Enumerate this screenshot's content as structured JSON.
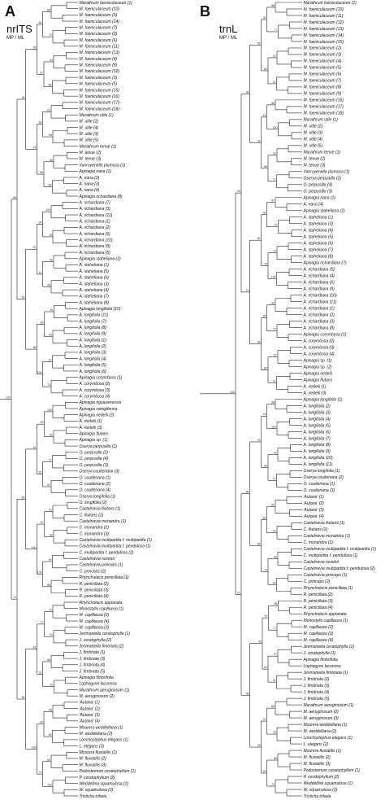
{
  "panels": [
    {
      "letter": "A",
      "marker": "nrITS",
      "sub": "MP / ML",
      "tips": [
        "Marathrum foeniculaceum (1)",
        "M. foeniculaceum (10)",
        "M. foeniculaceum (9)",
        "M. foeniculaceum (14)",
        "M. foeniculaceum (7)",
        "M. foeniculaceum (2)",
        "M. foeniculaceum (6)",
        "M. foeniculaceum (11)",
        "M. foeniculaceum (13)",
        "M. foeniculaceum (4)",
        "M. foeniculaceum (8)",
        "M. foeniculaceum (12)",
        "M. foeniculaceum (3)",
        "M. foeniculaceum (5)",
        "M. foeniculaceum (15)",
        "M. foeniculaceum (16)",
        "M. foeniculaceum (17)",
        "M. foeniculaceum (18)",
        "Marathrum utile (1)",
        "M. utile (2)",
        "M. utile (4)",
        "M. utile (3)",
        "M. utile (5)",
        "Marathrum tenue (1)",
        "M. tenue (2)",
        "M. tenue (3)",
        "Vanroyenella plumosa (1)",
        "Apinagia nana (1)",
        "A. nana (2)",
        "A. nana (3)",
        "A. nana (4)",
        "Apinagia richardiana (8)",
        "A. richardiana (7)",
        "A. richardiana (3)",
        "A. richardiana (11)",
        "A. richardiana (1)",
        "A. richardiana (2)",
        "A. richardiana (6)",
        "A. richardiana (10)",
        "A. richardiana (9)",
        "A. richardiana (5)",
        "Apinagia staheliana (2)",
        "A. staheliana (1)",
        "A. staheliana (5)",
        "A. staheliana (6)",
        "A. staheliana (3)",
        "A. staheliana (4)",
        "A. staheliana (7)",
        "A. staheliana (8)",
        "Apinagia longifolia (10)",
        "A. longifolia (11)",
        "A. longifolia (7)",
        "A. longifolia (8)",
        "A. longifolia (9)",
        "A. longifolia (1)",
        "A. longifolia (2)",
        "A. longifolia (3)",
        "A. longifolia (4)",
        "A. longifolia (5)",
        "A. longifolia (6)",
        "Apinagia corymbosa (1)",
        "A. corymbosa (2)",
        "A. corymbosa (3)",
        "A. corymbosa (4)",
        "Apinagia riguaiverensis",
        "Apinagia ramigifenna",
        "Apinagia riedelii (2)",
        "A. riedelii (1)",
        "A. riedelii (3)",
        "Apinagia flutans",
        "Apinagia sp. (1)",
        "Oserya perpusilla (1)",
        "O. perpusilla (2)",
        "O. perpusilla (4)",
        "O. perpusilla (3)",
        "Oserya coulteriana (3)",
        "O. coulteriana (1)",
        "O. coulteriana (2)",
        "O. coulteriana (4)",
        "Oserya longifolia (1)",
        "O. longifolia (2)",
        "Castelnavia fluitans (1)",
        "C. fluitans (2)",
        "Castelnavia monandra (1)",
        "C. monandra (2)",
        "C. monandra (3)",
        "Castelnavia multipartita f. multipartita (1)",
        "Castelnavia multipartita f. pendulosa (1)",
        "C. multipartita f. pendulosa (2)",
        "Castelnavia noveloi",
        "Castelnavia princeps (1)",
        "C. princeps (2)",
        "Rhyncholacis penicillata (1)",
        "R. penicillata (2)",
        "R. penicillata (3)",
        "R. penicillata (4)",
        "Rhyncholacis applanata",
        "Monostylis capillacea (1)",
        "M. capillacea (2)",
        "M. capillacea (4)",
        "M. capillacea (3)",
        "Jenmaniella ceratophylla (1)",
        "J. ceratophylla (2)",
        "Jenmaniella fimbriata (2)",
        "J. fimbriata (1)",
        "J. fimbriata (3)",
        "J. fimbriata (4)",
        "J. fimbriata (5)",
        "Apinagia fimbrifolia",
        "Lophogyne lacunosa",
        "Marathrum aeruginosum (1)",
        "M. aeruginosum (2)",
        "'Autana' (1)",
        "'Autana' (2)",
        "'Autana' (3)",
        "'Autana' (4)",
        "Mourera weddelliana (1)",
        "M. weddelliana (2)",
        "Lonchostephus elegans (1)",
        "L. elegans (2)",
        "Mourera fluviatilis (1)",
        "M. fluviatilis (2)",
        "M. fluviatilis (3)",
        "Podostemum ceratophyllum (1)",
        "P. ceratophyllum (2)",
        "Weddellina squamulosa (1)",
        "W. squamulosa (2)",
        "Tristicha trifaria"
      ]
    },
    {
      "letter": "B",
      "marker": "trnL",
      "sub": "MP / ML",
      "tips": [
        "Marathrum foeniculaceum (1)",
        "M. foeniculaceum (10)",
        "M. foeniculaceum (11)",
        "M. foeniculaceum (12)",
        "M. foeniculaceum (13)",
        "M. foeniculaceum (14)",
        "M. foeniculaceum (15)",
        "M. foeniculaceum (2)",
        "M. foeniculaceum (3)",
        "M. foeniculaceum (4)",
        "M. foeniculaceum (5)",
        "M. foeniculaceum (6)",
        "M. foeniculaceum (7)",
        "M. foeniculaceum (8)",
        "M. foeniculaceum (9)",
        "M. foeniculaceum (16)",
        "M. foeniculaceum (17)",
        "M. foeniculaceum (18)",
        "Marathrum utile (1)",
        "M. utile (2)",
        "M. utile (3)",
        "M. utile (4)",
        "M. utile (5)",
        "Marathrum tenue (1)",
        "M. tenue (2)",
        "M. tenue (3)",
        "Vanroyenella plumosa (1)",
        "Oserya perpusilla (2)",
        "O. perpusilla (4)",
        "O. perpusilla (3)",
        "Apinagia nana (1)",
        "A. nana (4)",
        "Apinagia staheliana (2)",
        "A. staheliana (1)",
        "A. staheliana (3)",
        "A. staheliana (4)",
        "A. staheliana (5)",
        "A. staheliana (6)",
        "A. staheliana (7)",
        "A. staheliana (8)",
        "Apinagia richardiana (7)",
        "A. richardiana (5)",
        "A. richardiana (4)",
        "A. richardiana (6)",
        "A. richardiana (9)",
        "A. richardiana (10)",
        "A. richardiana (11)",
        "A. richardiana (1)",
        "A. richardiana (2)",
        "A. richardiana (3)",
        "A. richardiana (8)",
        "Apinagia corymbosa (1)",
        "A. corymbosa (2)",
        "A. corymbosa (3)",
        "A. corymbosa (4)",
        "Apinagia sp. (1)",
        "Apinagia sp. (2)",
        "Apinagia riedelii",
        "Apinagia flutans",
        "A. riedelii (1)",
        "A. riedelii (3)",
        "Apinagia longifolia (1)",
        "A. longifolia (2)",
        "A. longifolia (3)",
        "A. longifolia (4)",
        "A. longifolia (5)",
        "A. longifolia (6)",
        "A. longifolia (7)",
        "A. longifolia (8)",
        "A. longifolia (9)",
        "A. longifolia (10)",
        "A. longifolia (11)",
        "Oserya longifolia (1)",
        "Oserya coulteriana (2)",
        "O. coulteriana (1)",
        "O. coulteriana (3)",
        "'Autana' (1)",
        "'Autana' (2)",
        "'Autana' (3)",
        "'Autana' (4)",
        "Castelnavia fluitans (1)",
        "C. fluitans (2)",
        "Castelnavia monandra (1)",
        "C. monandra (2)",
        "Castelnavia multipartita f. multipartita (1)",
        "C. multipartita f. pendulosa (1)",
        "Castelnavia noveloi",
        "Castelnavia multipartita f. pendulosa (2)",
        "Castelnavia princeps (1)",
        "C. princeps (2)",
        "Rhyncholacis penicillata (1)",
        "R. penicillata (2)",
        "R. penicillata (3)",
        "R. penicillata (4)",
        "Rhyncholacis applanata",
        "Monostylis capillacea (1)",
        "M. capillacea (2)",
        "M. capillacea (3)",
        "M. capillacea (4)",
        "Jenmaniella ceratophylla (2)",
        "J. ceratophylla (1)",
        "Apinagia fimbrifolia",
        "Lophogyne lacunosa",
        "Jenmaniella fimbriata (1)",
        "J. fimbriata (2)",
        "J. fimbriata (3)",
        "J. fimbriata (4)",
        "J. fimbriata (5)",
        "Marathrum aeruginosum (1)",
        "M. aeruginosum (2)",
        "M. aeruginosum (3)",
        "Mourera weddelliana (1)",
        "M. weddelliana (2)",
        "Lonchostephus elegans (1)",
        "L. elegans (2)",
        "Mourera fluviatilis (1)",
        "M. fluviatilis (2)",
        "M. fluviatilis (3)",
        "Podostemum ceratophyllum (1)",
        "P. ceratophyllum (2)",
        "Weddellina squamulosa (1)",
        "W. squamulosa (2)",
        "Tristicha trifaria"
      ]
    }
  ],
  "support_values": [
    "100",
    "99",
    "98",
    "95",
    "92",
    "88",
    "85",
    "81",
    "77",
    "72",
    "69",
    "63",
    "57",
    "54",
    "100",
    "97",
    "91",
    "86",
    "78",
    "74",
    "66",
    "61",
    "59"
  ]
}
